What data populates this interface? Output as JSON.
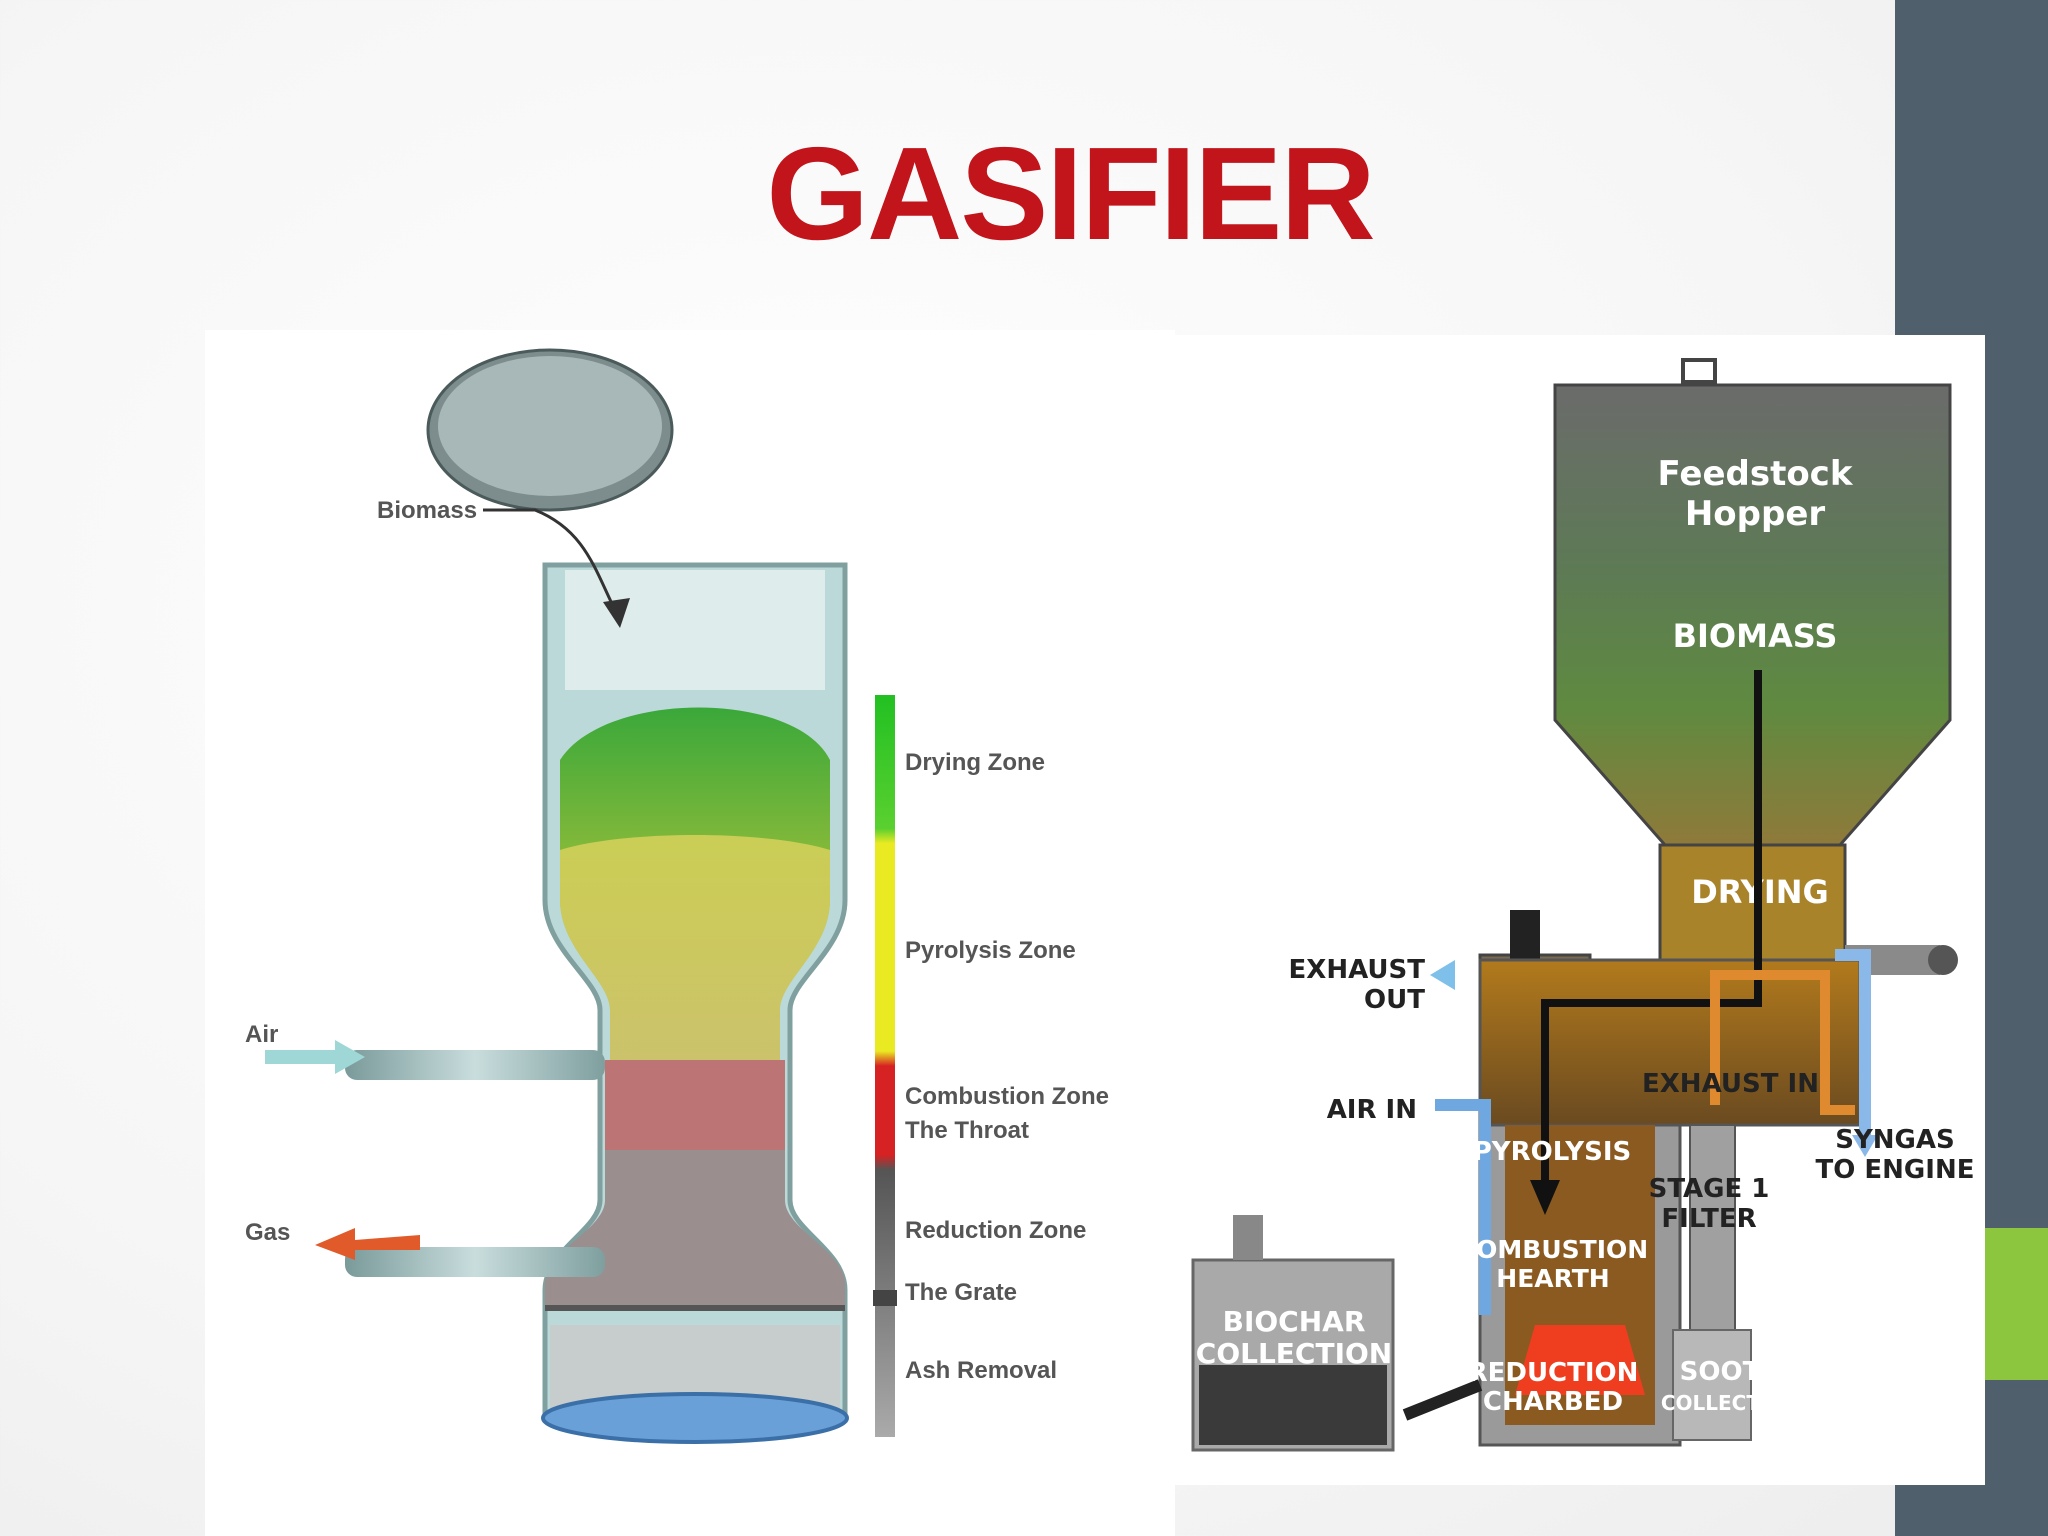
{
  "title": "GASIFIER",
  "colors": {
    "title": "#c1141b",
    "side_band": "#4f5f6c",
    "accent_green": "#8cc63f"
  },
  "left_diagram": {
    "biomass_label": "Biomass",
    "air_label": "Air",
    "gas_label": "Gas",
    "zones": [
      {
        "label": "Drying Zone",
        "color": "#2ec02e"
      },
      {
        "label": "Pyrolysis Zone",
        "color": "#e8e820"
      },
      {
        "label": "Combustion Zone",
        "sub": "The Throat",
        "color": "#d42020"
      },
      {
        "label": "Reduction Zone",
        "color": "#555555"
      },
      {
        "label": "The Grate",
        "color": "#777777"
      },
      {
        "label": "Ash Removal",
        "color": "#999999"
      }
    ]
  },
  "right_diagram": {
    "hopper_line1": "Feedstock",
    "hopper_line2": "Hopper",
    "biomass": "BIOMASS",
    "drying": "DRYING",
    "exhaust_out_1": "EXHAUST",
    "exhaust_out_2": "OUT",
    "exhaust_in": "EXHAUST IN",
    "air_in": "AIR IN",
    "pyrolysis": "PYROLYSIS",
    "combustion_1": "COMBUSTION",
    "combustion_2": "HEARTH",
    "reduction_1": "REDUCTION",
    "reduction_2": "CHARBED",
    "syngas_1": "SYNGAS",
    "syngas_2": "TO ENGINE",
    "stage_1": "STAGE 1",
    "stage_2": "FILTER",
    "soot_1": "SOOT",
    "soot_2": "COLLECTION",
    "biochar_1": "BIOCHAR",
    "biochar_2": "COLLECTION"
  }
}
